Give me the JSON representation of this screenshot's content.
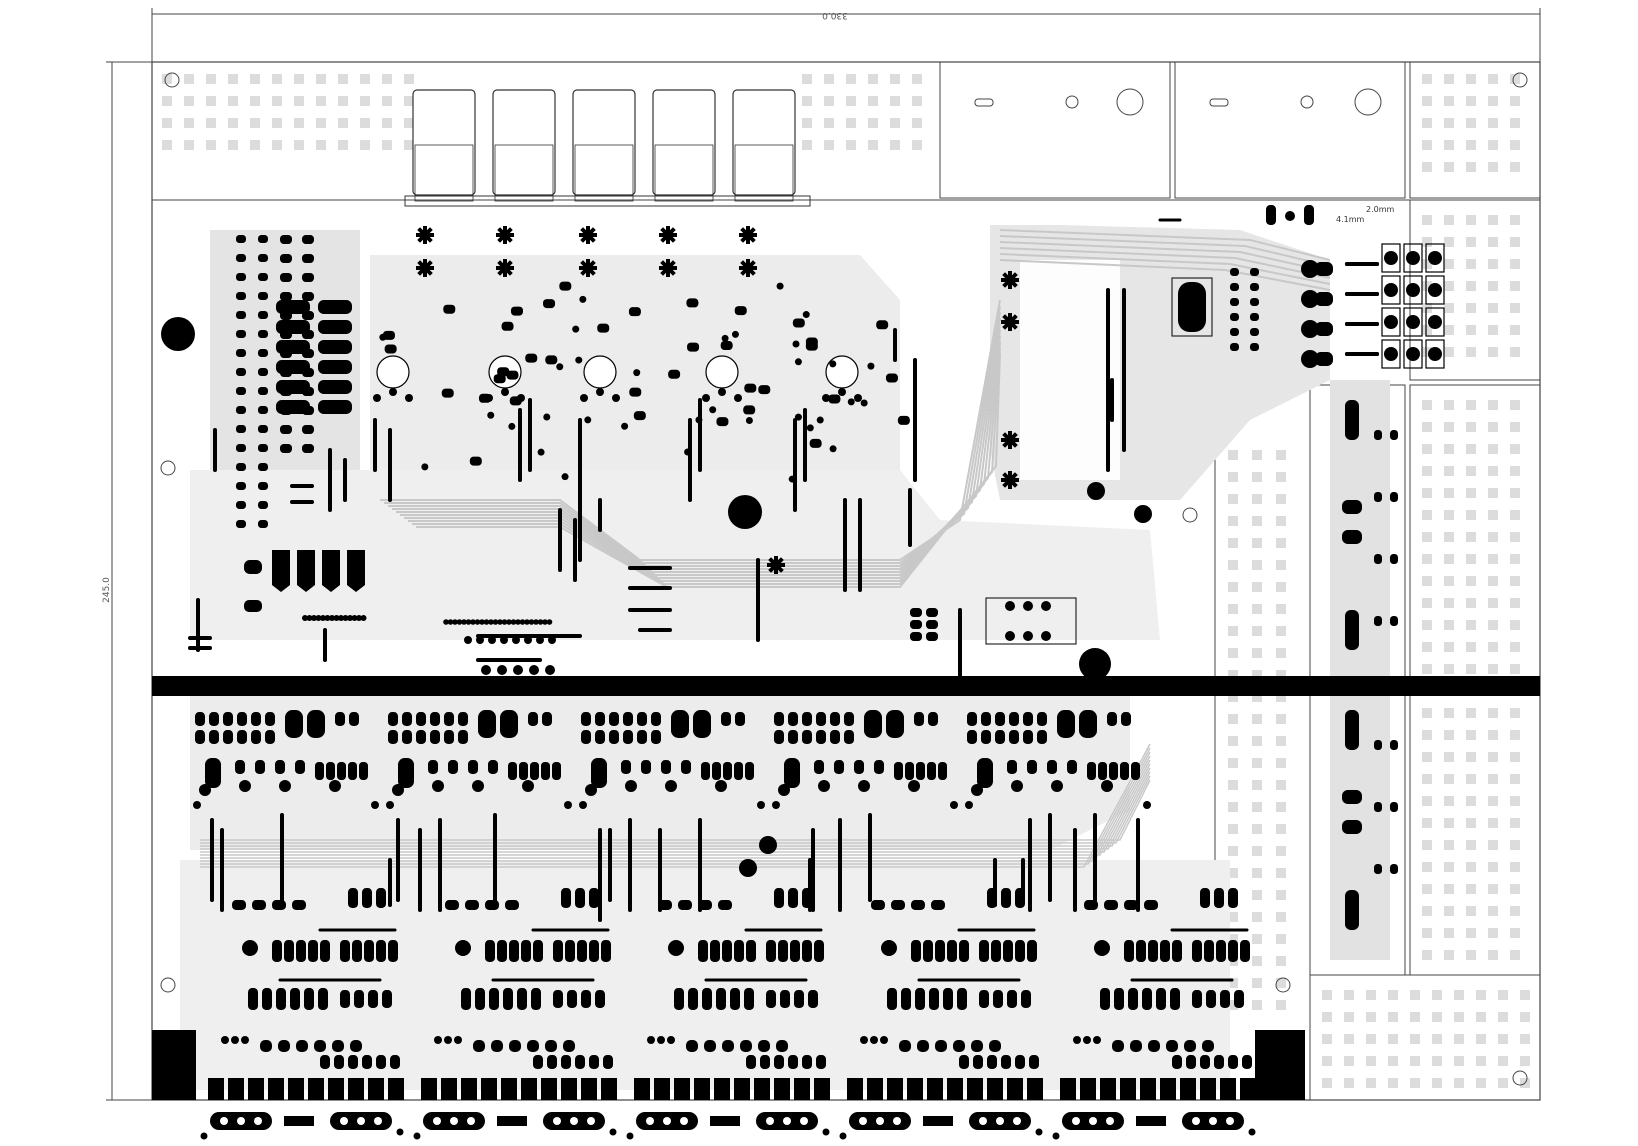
{
  "drawing": {
    "width_dimension": "330.0",
    "height_dimension": "245.0",
    "connector_spacing_label": "4.1mm",
    "connector_spacing_label_2": "2.0mm"
  },
  "colors": {
    "background": "#ffffff",
    "copper_pour": "#d8d8d8",
    "copper_light": "#e9e9e9",
    "copper": "#000000",
    "outline": "#444444"
  },
  "sections": {
    "top_panels": 4,
    "amplifier_channels": 5,
    "bottom_connectors": 5
  }
}
